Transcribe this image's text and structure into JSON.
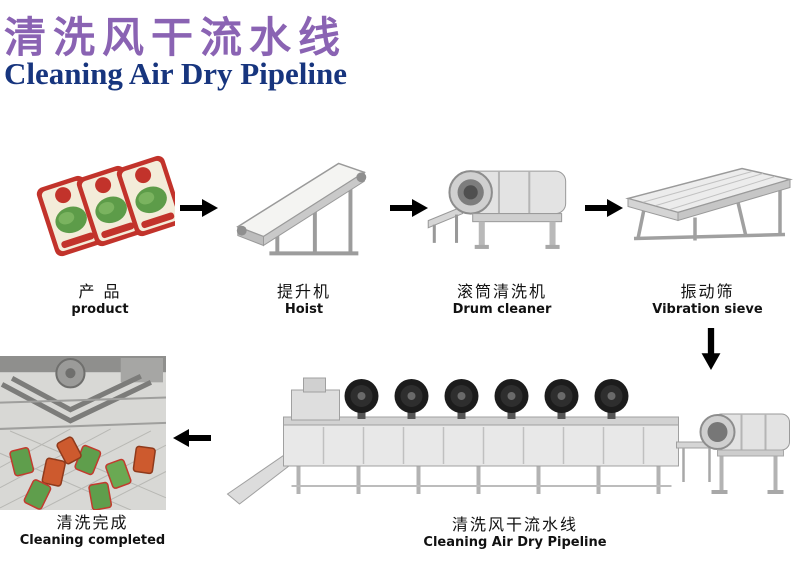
{
  "colors": {
    "title_cn": "#8a63b3",
    "title_en": "#17357e",
    "arrow": "#000000"
  },
  "header": {
    "title_cn": "清洗风干流水线",
    "title_en": "Cleaning Air Dry Pipeline"
  },
  "steps": [
    {
      "id": "product",
      "label_cn": "产 品",
      "label_en": "product"
    },
    {
      "id": "hoist",
      "label_cn": "提升机",
      "label_en": "Hoist"
    },
    {
      "id": "drum-cleaner",
      "label_cn": "滚筒清洗机",
      "label_en": "Drum cleaner"
    },
    {
      "id": "vibration-sieve",
      "label_cn": "振动筛",
      "label_en": "Vibration sieve"
    },
    {
      "id": "pipeline",
      "label_cn": "清洗风干流水线",
      "label_en": "Cleaning Air Dry Pipeline"
    },
    {
      "id": "cleaning-completed",
      "label_cn": "清洗完成",
      "label_en": "Cleaning completed"
    }
  ]
}
